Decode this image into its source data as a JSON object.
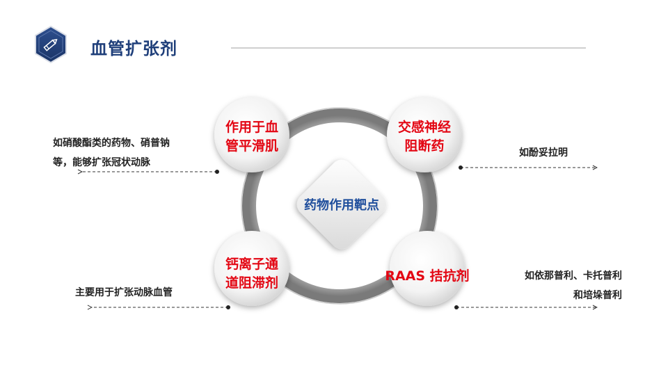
{
  "header": {
    "title": "血管扩张剂",
    "icon": "pencil-icon",
    "accent_color": "#1F3F7A"
  },
  "diagram": {
    "center_label": "药物作用靶点",
    "nodes": [
      {
        "lines": [
          "作用于血",
          "管平滑肌"
        ]
      },
      {
        "lines": [
          "交感神经",
          "阻断药"
        ]
      },
      {
        "lines": [
          "钙离子通",
          "道阻滞剂"
        ]
      },
      {
        "lines": [
          "RAAS 拮抗剂"
        ]
      }
    ],
    "annotations": [
      {
        "lines": [
          "如硝酸酯类的药物、硝普钠",
          "等，能够扩张冠状动脉"
        ]
      },
      {
        "lines": [
          "如酚妥拉明"
        ]
      },
      {
        "lines": [
          "主要用于扩张动脉血管"
        ]
      },
      {
        "lines": [
          "如依那普利、卡托普利",
          "和培垛普利"
        ]
      }
    ],
    "colors": {
      "node_text": "#E30613",
      "center_text": "#1F4E9C",
      "ring": "#8c8c8c"
    }
  }
}
